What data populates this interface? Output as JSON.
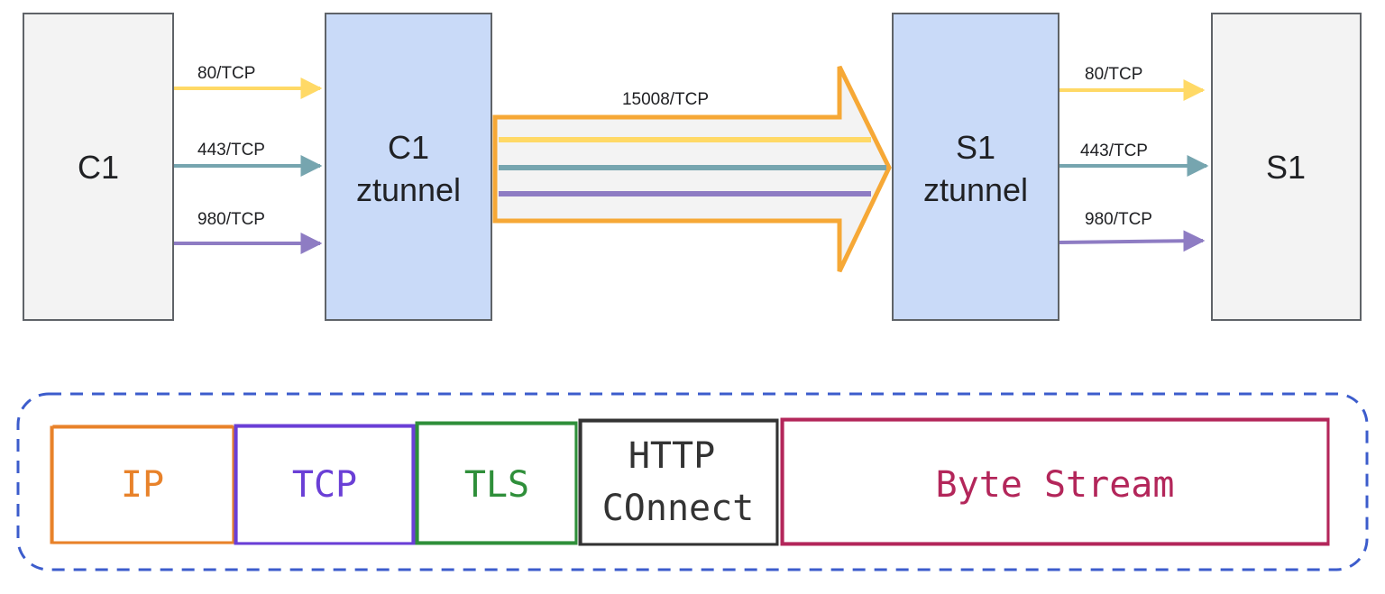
{
  "colors": {
    "box_gray": "#f3f3f3",
    "box_blue": "#c9daf8",
    "box_border": "#5f6368",
    "port_80": "#ffd966",
    "port_443": "#76a5af",
    "port_980": "#8e7cc3",
    "tunnel_border": "#f6a836",
    "tunnel_fill": "#f3f3f3",
    "dashed_border": "#3c5ccc",
    "ip": "#e8822a",
    "tcp": "#6a3fd6",
    "tls": "#2f8f3a",
    "http": "#333333",
    "bytestream": "#b3265a"
  },
  "nodes": {
    "c1": {
      "label": "C1"
    },
    "c1_ztunnel": {
      "line1": "C1",
      "line2": "ztunnel"
    },
    "s1_ztunnel": {
      "line1": "S1",
      "line2": "ztunnel"
    },
    "s1": {
      "label": "S1"
    }
  },
  "ports": {
    "left": [
      "80/TCP",
      "443/TCP",
      "980/TCP"
    ],
    "right": [
      "80/TCP",
      "443/TCP",
      "980/TCP"
    ]
  },
  "tunnel": {
    "label": "15008/TCP"
  },
  "layers": [
    {
      "id": "ip",
      "label": "IP"
    },
    {
      "id": "tcp",
      "label": "TCP"
    },
    {
      "id": "tls",
      "label": "TLS"
    },
    {
      "id": "http",
      "line1": "HTTP",
      "line2": "COnnect"
    },
    {
      "id": "bytestream",
      "label": "Byte Stream"
    }
  ]
}
